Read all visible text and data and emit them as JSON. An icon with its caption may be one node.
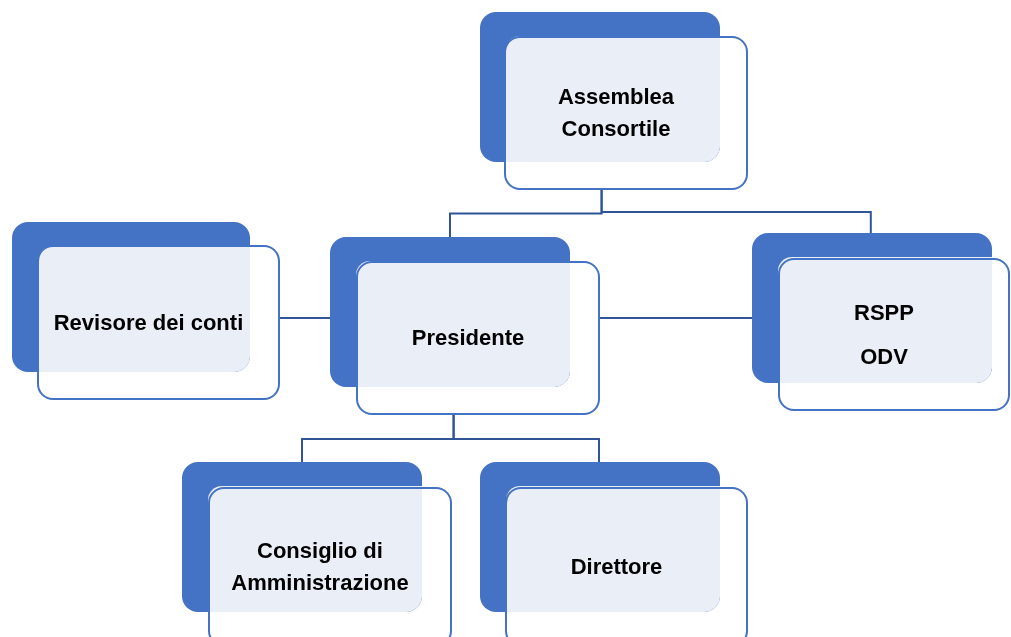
{
  "diagram": {
    "nodes": [
      {
        "text": [
          "Assemblea Consortile"
        ]
      },
      {
        "text": [
          "Revisore dei conti"
        ]
      },
      {
        "text": [
          "Presidente"
        ]
      },
      {
        "text": [
          "RSPP",
          "ODV"
        ]
      },
      {
        "text": [
          "Consiglio di Amministrazione"
        ]
      },
      {
        "text": [
          "Direttore"
        ]
      }
    ],
    "edges": [
      {
        "from": 0,
        "to": 2,
        "arrow": "none"
      },
      {
        "from": 0,
        "to": 3,
        "arrow": "none"
      },
      {
        "from": 1,
        "to": 2,
        "arrow": "none"
      },
      {
        "from": 2,
        "to": 3,
        "arrow": "none"
      },
      {
        "from": 2,
        "to": 4,
        "arrow": "none"
      },
      {
        "from": 2,
        "to": 5,
        "arrow": "none"
      }
    ]
  }
}
